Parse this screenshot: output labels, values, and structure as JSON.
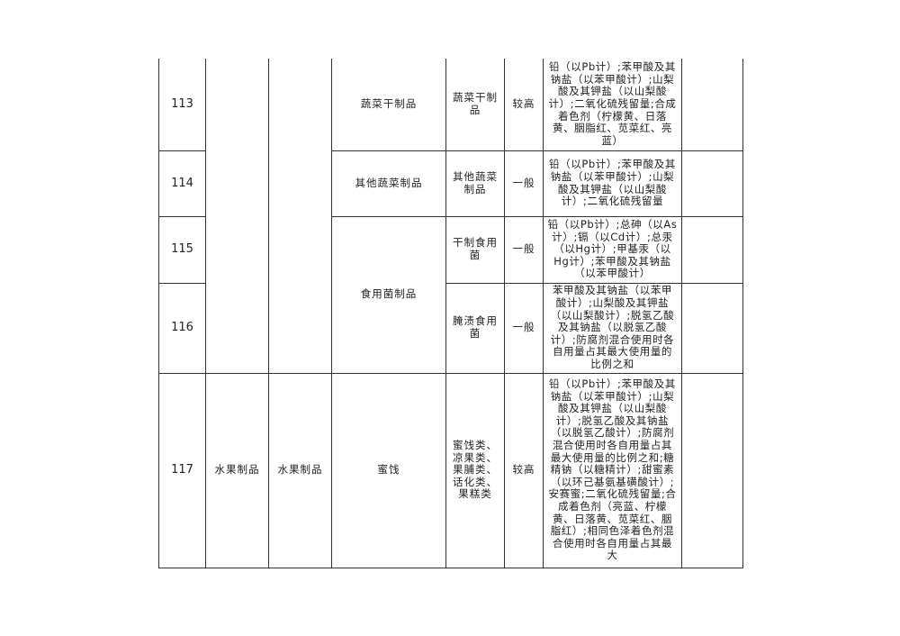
{
  "rows": [
    {
      "no": "113",
      "cat3": "蔬菜干制品",
      "cat4": "蔬菜干制品",
      "risk": "较高",
      "items": "铅（以Pb计）;苯甲酸及其钠盐（以苯甲酸计）;山梨酸及其钾盐（以山梨酸计）;二氧化硫残留量;合成着色剂（柠檬黄、日落黄、胭脂红、苋菜红、亮蓝）",
      "note": ""
    },
    {
      "no": "114",
      "cat3": "其他蔬菜制品",
      "cat4": "其他蔬菜制品",
      "risk": "一般",
      "items": "铅（以Pb计）;苯甲酸及其钠盐（以苯甲酸计）;山梨酸及其钾盐（以山梨酸计）;二氧化硫残留量",
      "note": ""
    },
    {
      "no": "115",
      "cat3": "食用菌制品",
      "cat4": "干制食用菌",
      "risk": "一般",
      "items": "铅（以Pb计）;总砷（以As计）;镉（以Cd计）;总汞（以Hg计）;甲基汞（以Hg计）;苯甲酸及其钠盐（以苯甲酸计）",
      "note": ""
    },
    {
      "no": "116",
      "cat4": "腌渍食用菌",
      "risk": "一般",
      "items": "苯甲酸及其钠盐（以苯甲酸计）;山梨酸及其钾盐（以山梨酸计）;脱氢乙酸及其钠盐（以脱氢乙酸计）;防腐剂混合使用时各自用量占其最大使用量的比例之和",
      "note": ""
    },
    {
      "no": "117",
      "cat1": "水果制品",
      "cat2": "水果制品",
      "cat3": "蜜饯",
      "cat4": "蜜饯类、凉果类、果脯类、话化类、果糕类",
      "risk": "较高",
      "items": "铅（以Pb计）;苯甲酸及其钠盐（以苯甲酸计）;山梨酸及其钾盐（以山梨酸计）;脱氢乙酸及其钠盐（以脱氢乙酸计）;防腐剂混合使用时各自用量占其最大使用量的比例之和;糖精钠（以糖精计）;甜蜜素（以环己基氨基磺酸计）;安赛蜜;二氧化硫残留量;合成着色剂（亮蓝、柠檬黄、日落黄、苋菜红、胭脂红）;相同色泽着色剂混合使用时各自用量占其最大",
      "note": ""
    }
  ]
}
